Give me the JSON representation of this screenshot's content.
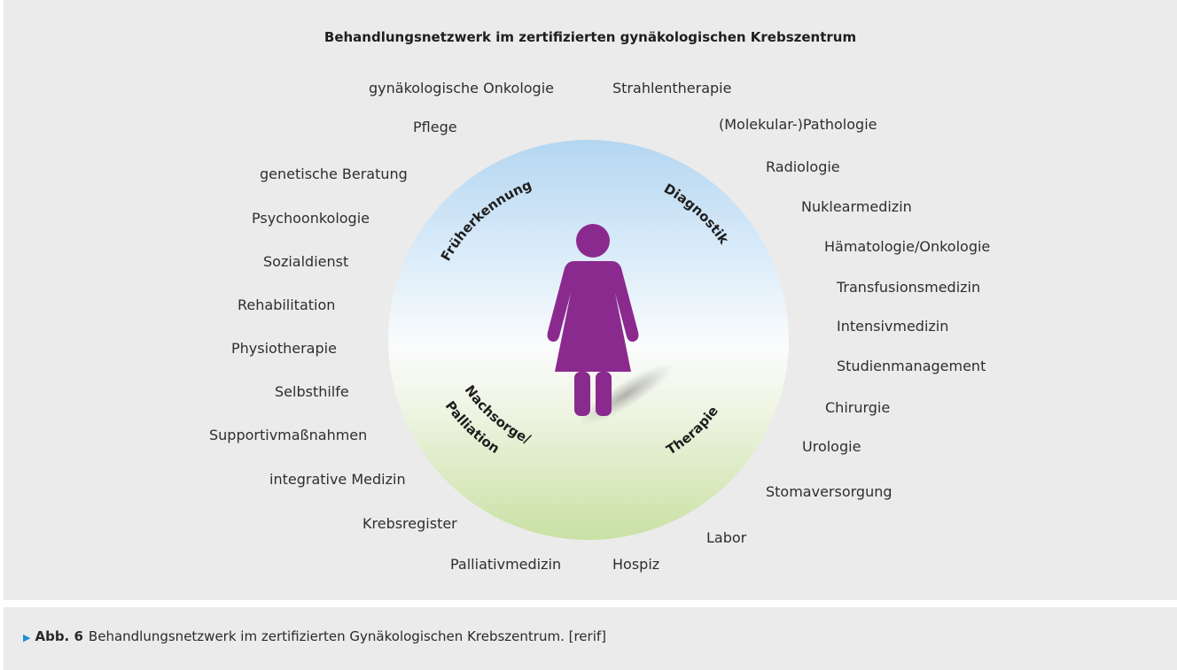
{
  "title": "Behandlungsnetzwerk im zertifizierten gynäkologischen Krebszentrum",
  "colors": {
    "background": "#ebebeb",
    "figure_purple": "#8b2a8e",
    "caption_marker": "#1a8fd6"
  },
  "icons": {
    "person": "woman-figure-icon",
    "marker": "triangle-marker-icon"
  },
  "quadrants": {
    "early_detection": "Früherkennung",
    "diagnostics": "Diagnostik",
    "aftercare_line1": "Nachsorge/",
    "aftercare_line2": "Palliation",
    "therapy": "Therapie"
  },
  "labels": {
    "gyn_onkologie": "gynäkologische Onkologie",
    "strahlentherapie": "Strahlentherapie",
    "pflege": "Pflege",
    "molekularpathologie": "(Molekular-)Pathologie",
    "genetische_beratung": "genetische Beratung",
    "radiologie": "Radiologie",
    "nuklearmedizin": "Nuklearmedizin",
    "psychoonkologie": "Psychoonkologie",
    "haematologie": "Hämatologie/Onkologie",
    "sozialdienst": "Sozialdienst",
    "transfusionsmedizin": "Transfusionsmedizin",
    "rehabilitation": "Rehabilitation",
    "intensivmedizin": "Intensivmedizin",
    "physiotherapie": "Physiotherapie",
    "studienmanagement": "Studienmanagement",
    "selbsthilfe": "Selbsthilfe",
    "chirurgie": "Chirurgie",
    "supportivmassnahmen": "Supportivmaßnahmen",
    "urologie": "Urologie",
    "integrative_medizin": "integrative Medizin",
    "stomaversorgung": "Stomaversorgung",
    "krebsregister": "Krebsregister",
    "labor": "Labor",
    "palliativmedizin": "Palliativmedizin",
    "hospiz": "Hospiz"
  },
  "caption": {
    "abb": "Abb. 6",
    "text": "Behandlungsnetzwerk im zertifizierten Gynäkologischen Krebszentrum. [rerif]"
  }
}
